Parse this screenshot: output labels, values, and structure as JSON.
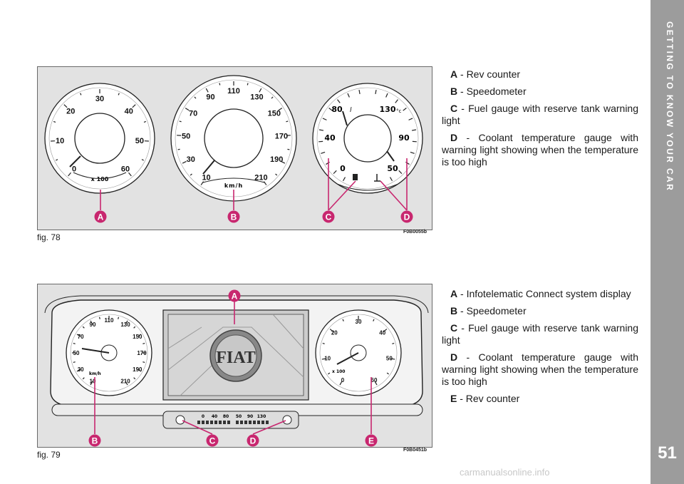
{
  "section_title": "GETTING TO KNOW YOUR CAR",
  "page_number": "51",
  "watermark": "carmanualsonline.info",
  "fig78": {
    "caption": "fig. 78",
    "code": "F0B0055b",
    "callouts": [
      "A",
      "B",
      "C",
      "D"
    ],
    "rev": {
      "ticks": [
        "10",
        "20",
        "30",
        "40",
        "50",
        "60",
        "0"
      ],
      "unit": "x 100"
    },
    "speed": {
      "ticks": [
        "10",
        "30",
        "50",
        "70",
        "90",
        "110",
        "130",
        "150",
        "170",
        "190",
        "210"
      ],
      "unit": "km/h"
    },
    "gauge": {
      "ticks": [
        "40",
        "80",
        "0",
        "130",
        "90",
        "50"
      ],
      "unit_l": "l",
      "unit_c": "°c"
    }
  },
  "fig79": {
    "caption": "fig. 79",
    "code": "F0B0451b",
    "callouts": [
      "A",
      "B",
      "C",
      "D",
      "E"
    ],
    "speed": {
      "ticks": [
        "10",
        "30",
        "50",
        "70",
        "90",
        "110",
        "130",
        "150",
        "170",
        "190",
        "210"
      ],
      "unit": "km/h"
    },
    "rev": {
      "ticks": [
        "0",
        "10",
        "20",
        "30",
        "40",
        "50",
        "60"
      ],
      "unit": "x 100"
    },
    "strip": {
      "left": [
        "0",
        "40",
        "80"
      ],
      "right": [
        "50",
        "90",
        "130"
      ]
    },
    "logo": "FIAT"
  },
  "legend1": [
    {
      "letter": "A",
      "text": " - Rev counter"
    },
    {
      "letter": "B",
      "text": " - Speedometer"
    },
    {
      "letter": "C",
      "text": " - Fuel gauge with reserve tank warning light"
    },
    {
      "letter": "D",
      "text": " - Coolant temperature gauge with warning light showing when the tem­perature is too high"
    }
  ],
  "legend2": [
    {
      "letter": "A",
      "text": " - Infotelematic Connect system display"
    },
    {
      "letter": "B",
      "text": " - Speedometer"
    },
    {
      "letter": "C",
      "text": " - Fuel gauge with reserve tank warning light"
    },
    {
      "letter": "D",
      "text": " - Coolant temperature gauge with warning light showing when the tem­perature is too high"
    },
    {
      "letter": "E",
      "text": " - Rev counter"
    }
  ],
  "colors": {
    "callout": "#c8276f",
    "tab": "#9c9c9c",
    "panel": "#e2e2e2"
  }
}
